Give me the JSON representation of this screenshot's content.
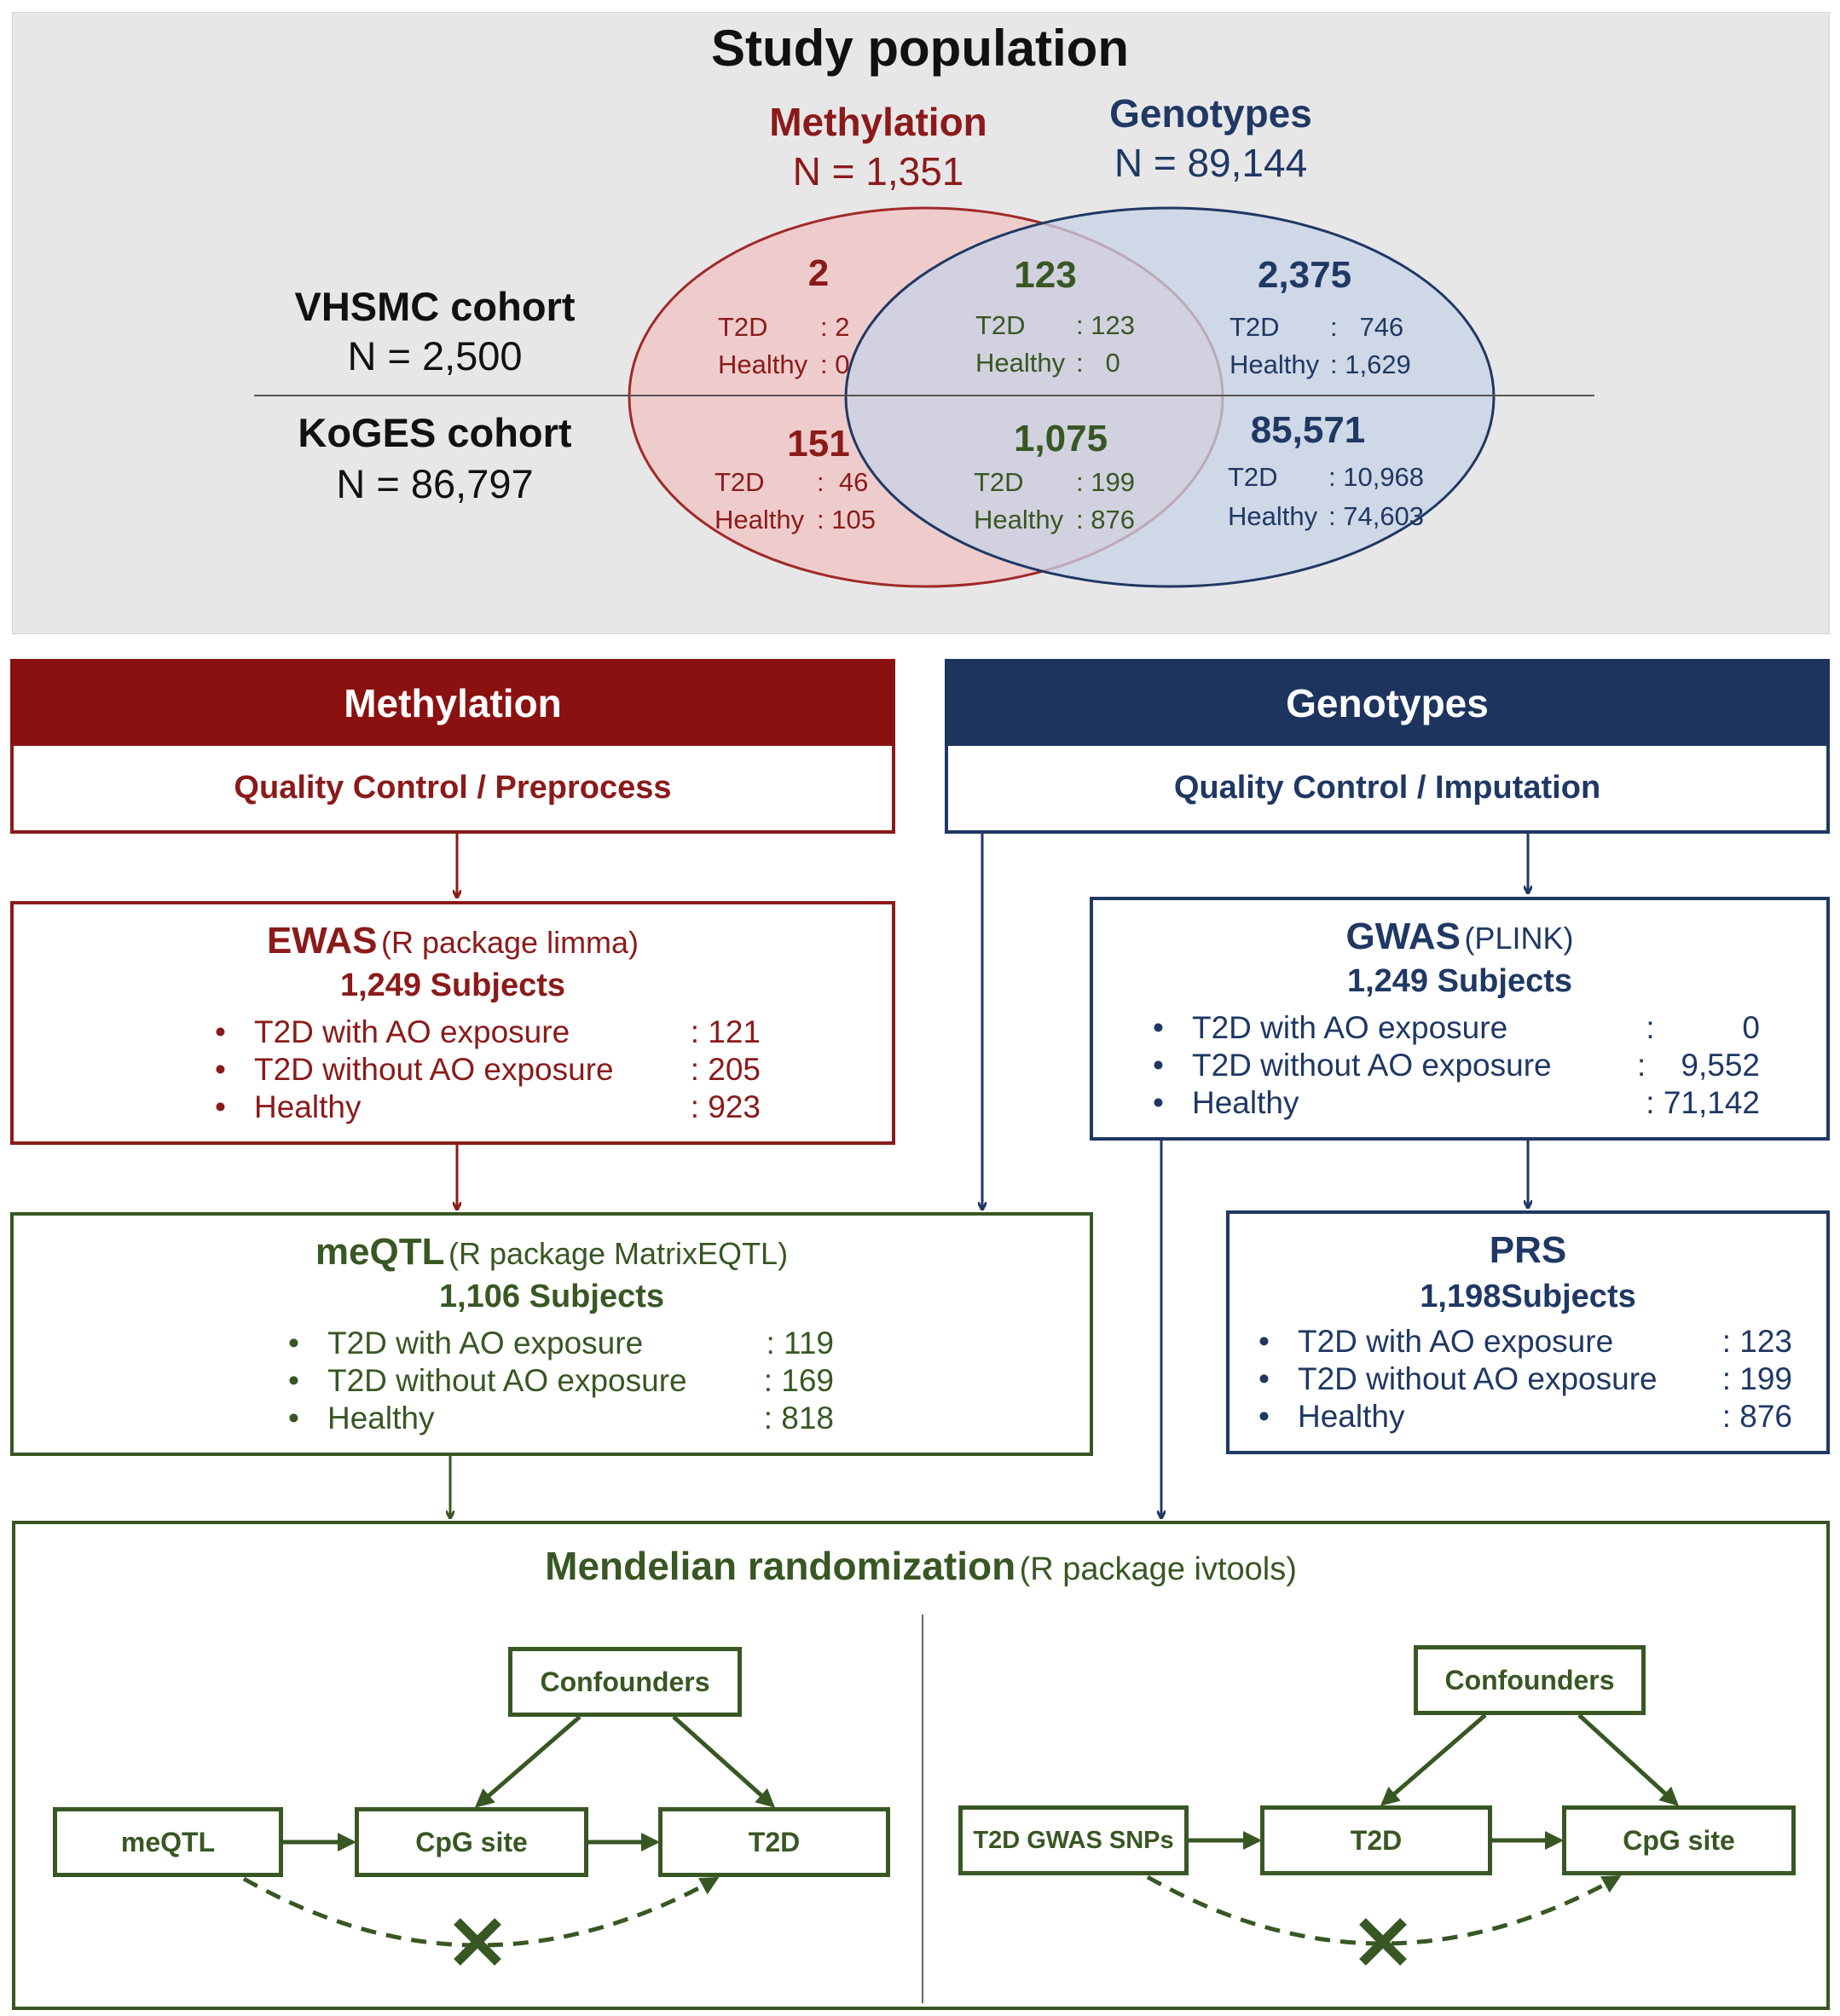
{
  "title": "Study population",
  "venn": {
    "methylation": {
      "label": "Methylation",
      "n": "N = 1,351"
    },
    "genotypes": {
      "label": "Genotypes",
      "n": "N = 89,144"
    },
    "vhsmc": {
      "label": "VHSMC cohort",
      "n": "N = 2,500"
    },
    "koges": {
      "label": "KoGES cohort",
      "n": "N = 86,797"
    },
    "cells": {
      "vhsmc_meth_only": {
        "count": "2",
        "t2d_label": "T2D",
        "t2d": ": 2",
        "healthy_label": "Healthy",
        "healthy": ": 0"
      },
      "vhsmc_both": {
        "count": "123",
        "t2d_label": "T2D",
        "t2d": ": 123",
        "healthy_label": "Healthy",
        "healthy": ":   0"
      },
      "vhsmc_geno_only": {
        "count": "2,375",
        "t2d_label": "T2D",
        "t2d": ":   746",
        "healthy_label": "Healthy",
        "healthy": ": 1,629"
      },
      "koges_meth_only": {
        "count": "151",
        "t2d_label": "T2D",
        "t2d": ":  46",
        "healthy_label": "Healthy",
        "healthy": ": 105"
      },
      "koges_both": {
        "count": "1,075",
        "t2d_label": "T2D",
        "t2d": ": 199",
        "healthy_label": "Healthy",
        "healthy": ": 876"
      },
      "koges_geno_only": {
        "count": "85,571",
        "t2d_label": "T2D",
        "t2d": ": 10,968",
        "healthy_label": "Healthy",
        "healthy": ": 74,603"
      }
    }
  },
  "methylation_section": {
    "header": "Methylation",
    "step": "Quality Control / Preprocess"
  },
  "genotypes_section": {
    "header": "Genotypes",
    "step": "Quality Control / Imputation"
  },
  "ewas": {
    "title": "EWAS",
    "subtitle": "(R package limma)",
    "subjects": "1,249 Subjects",
    "rows": [
      {
        "bullet": "•",
        "label": "T2D with  AO exposure",
        "value": ": 121"
      },
      {
        "bullet": "•",
        "label": "T2D without  AO exposure",
        "value": ": 205"
      },
      {
        "bullet": "•",
        "label": "Healthy",
        "value": ": 923"
      }
    ]
  },
  "gwas": {
    "title": "GWAS",
    "subtitle": "(PLINK)",
    "subjects": "1,249 Subjects",
    "rows": [
      {
        "bullet": "•",
        "label": "T2D with  AO exposure",
        "value": ":          0"
      },
      {
        "bullet": "•",
        "label": "T2D without  AO exposure",
        "value": ":    9,552"
      },
      {
        "bullet": "•",
        "label": "Healthy",
        "value": ": 71,142"
      }
    ]
  },
  "meqtl": {
    "title": "meQTL",
    "subtitle": "(R package MatrixEQTL)",
    "subjects": "1,106 Subjects",
    "rows": [
      {
        "bullet": "•",
        "label": "T2D with  AO exposure",
        "value": ": 119"
      },
      {
        "bullet": "•",
        "label": "T2D without  AO exposure",
        "value": ": 169"
      },
      {
        "bullet": "•",
        "label": "Healthy",
        "value": ": 818"
      }
    ]
  },
  "prs": {
    "title": "PRS",
    "subjects": "1,198Subjects",
    "rows": [
      {
        "bullet": "•",
        "label": "T2D with  AO exposure",
        "value": ": 123"
      },
      {
        "bullet": "•",
        "label": "T2D without  AO exposure",
        "value": ": 199"
      },
      {
        "bullet": "•",
        "label": "Healthy",
        "value": ": 876"
      }
    ]
  },
  "mr": {
    "title": "Mendelian randomization",
    "subtitle": "(R package ivtools)",
    "left": {
      "confounders": "Confounders",
      "instrument": "meQTL",
      "exposure": "CpG site",
      "outcome": "T2D"
    },
    "right": {
      "confounders": "Confounders",
      "instrument": "T2D GWAS SNPs",
      "exposure": "T2D",
      "outcome": "CpG site"
    }
  },
  "colors": {
    "methylation": "#8b1a1a",
    "genotypes": "#1f3864",
    "analysis": "#385723",
    "panel_bg": "#e8e7e8"
  }
}
